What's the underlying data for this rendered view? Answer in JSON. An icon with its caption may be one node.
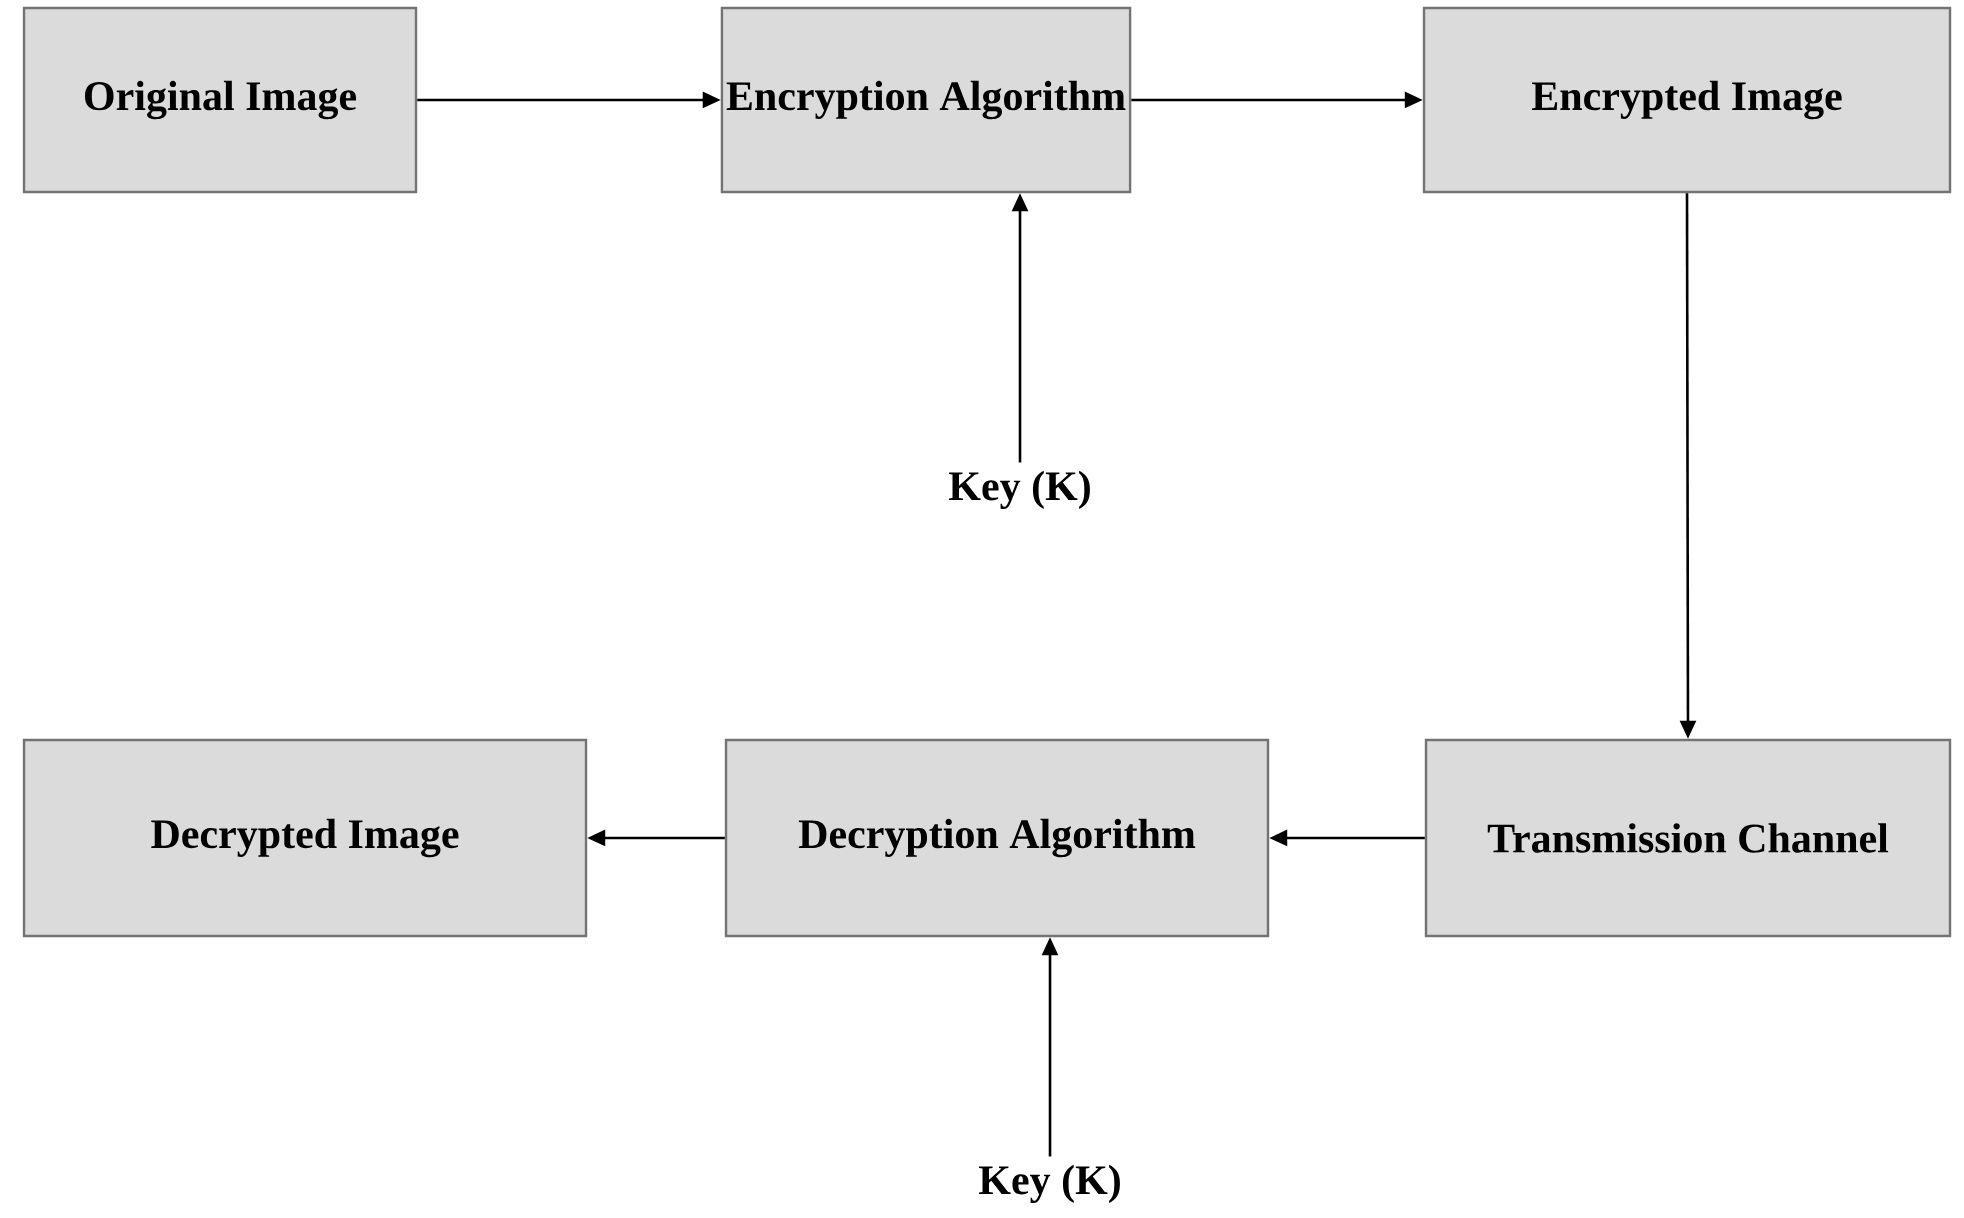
{
  "diagram": {
    "nodes": [
      {
        "text": [
          "Original Image"
        ]
      },
      {
        "text": [
          "Encryption Algorithm"
        ]
      },
      {
        "text": [
          "Encrypted Image"
        ]
      },
      {
        "text": [
          "Key (K)"
        ]
      },
      {
        "text": [
          "Decrypted Image"
        ]
      },
      {
        "text": [
          "Decryption Algorithm"
        ]
      },
      {
        "text": [
          "Transmission Channel"
        ]
      },
      {
        "text": [
          "Key (K)"
        ]
      }
    ],
    "edges": [
      {
        "from": 0,
        "to": 1,
        "arrow": "to"
      },
      {
        "from": 1,
        "to": 2,
        "arrow": "to"
      },
      {
        "from": 3,
        "to": 1,
        "arrow": "to"
      },
      {
        "from": 2,
        "to": 6,
        "arrow": "to"
      },
      {
        "from": 6,
        "to": 5,
        "arrow": "to"
      },
      {
        "from": 5,
        "to": 4,
        "arrow": "to"
      },
      {
        "from": 7,
        "to": 5,
        "arrow": "to"
      }
    ]
  }
}
